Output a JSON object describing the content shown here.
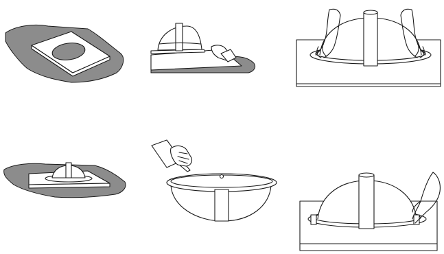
{
  "figure": {
    "panels": [
      {
        "id": 1,
        "depicts": "cutout-template-on-cloth"
      },
      {
        "id": 2,
        "depicts": "sink-edge-sealant-wipe"
      },
      {
        "id": 3,
        "depicts": "hands-pressing-sink-rim"
      },
      {
        "id": 4,
        "depicts": "sink-placed-on-template"
      },
      {
        "id": 5,
        "depicts": "applying-sealant-to-rim"
      },
      {
        "id": 6,
        "depicts": "fastening-mounting-clips"
      }
    ],
    "colors": {
      "ink": "#1a1a1a",
      "cloth": "#8c8c8c",
      "paper": "#ffffff"
    }
  }
}
